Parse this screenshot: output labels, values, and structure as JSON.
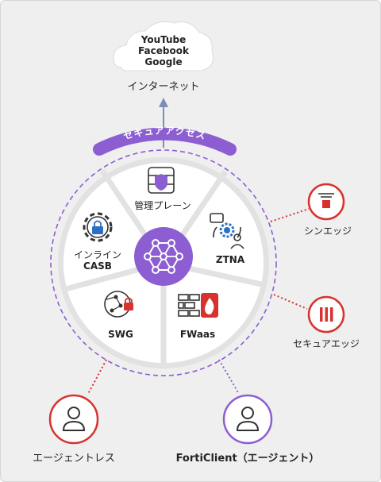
{
  "cloud": {
    "lines": [
      "YouTube",
      "Facebook",
      "Google"
    ],
    "caption": "インターネット"
  },
  "arc_label": "セキュアアクセス",
  "segments": {
    "management_plane": "管理プレーン",
    "ztna": "ZTNA",
    "fwaas": "FWaas",
    "swg": "SWG",
    "inline_casb_line1": "インライン",
    "inline_casb_line2": "CASB"
  },
  "edges": {
    "thin_edge": "シンエッジ",
    "secure_edge": "セキュアエッジ"
  },
  "clients": {
    "agentless": "エージェントレス",
    "forticlient": "FortiClient（エージェント）"
  },
  "colors": {
    "purple": "#8c5ed1",
    "red": "#d8322e",
    "arrow": "#7a8fb8",
    "gray_ring": "#e2e2e2"
  }
}
